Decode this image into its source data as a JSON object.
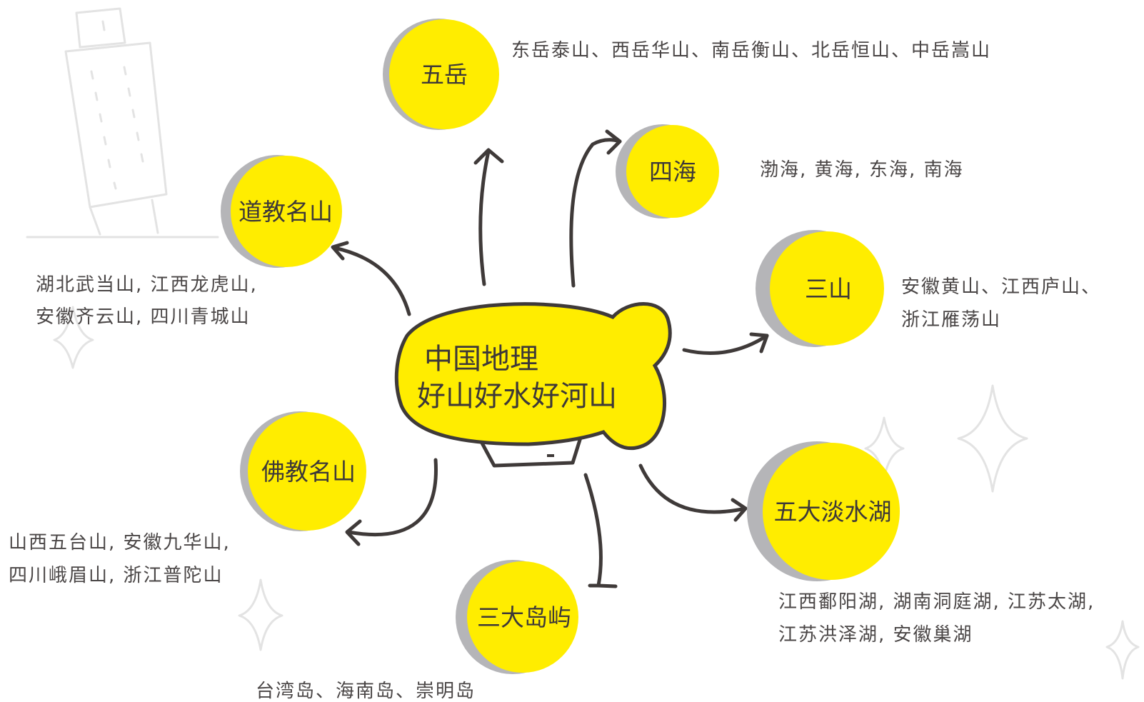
{
  "center": {
    "line1": "中国地理",
    "line2": "好山好水好河山"
  },
  "nodes": {
    "wuyue": {
      "label": "五岳",
      "detail": [
        "东岳泰山、西岳华山、南岳衡山、北岳恒山、中岳嵩山"
      ]
    },
    "sihai": {
      "label": "四海",
      "detail": [
        "渤海, 黄海, 东海, 南海"
      ]
    },
    "sanshan": {
      "label": "三山",
      "detail": [
        "安徽黄山、江西庐山、",
        "浙江雁荡山"
      ]
    },
    "wudahu": {
      "label": "五大淡水湖",
      "detail": [
        "江西鄱阳湖, 湖南洞庭湖, 江苏太湖,",
        "江苏洪泽湖, 安徽巢湖"
      ]
    },
    "daoyu": {
      "label": "三大岛屿",
      "detail": [
        "台湾岛、海南岛、崇明岛"
      ]
    },
    "fojiao": {
      "label": "佛教名山",
      "detail": [
        "山西五台山, 安徽九华山,",
        "四川峨眉山, 浙江普陀山"
      ]
    },
    "daojiao": {
      "label": "道教名山",
      "detail": [
        "湖北武当山, 江西龙虎山,",
        "安徽齐云山, 四川青城山"
      ]
    }
  },
  "colors": {
    "bubble": "#ffed00",
    "shadow": "#b5b5b8",
    "ink": "#3f3a39",
    "decor": "#e3e3e3"
  }
}
